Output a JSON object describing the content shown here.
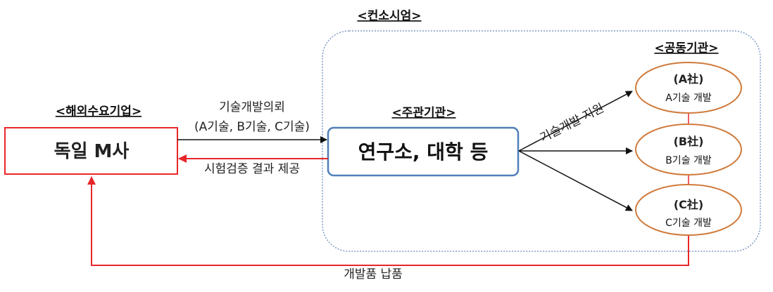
{
  "consortium_label": "<컨소시엄>",
  "demand": {
    "label": "<해외수요기업>",
    "name": "독일 M사"
  },
  "lead": {
    "label": "<주관기관>",
    "name": "연구소, 대학 등"
  },
  "joint": {
    "label": "<공동기관>",
    "companies": [
      {
        "name": "(A社)",
        "task": "A기술 개발"
      },
      {
        "name": "(B社)",
        "task": "B기술 개발"
      },
      {
        "name": "(C社)",
        "task": "C기술 개발"
      }
    ]
  },
  "flows": {
    "request": "기술개발의뢰",
    "request_detail": "(A기술, B기술, C기술)",
    "result": "시험검증 결과 제공",
    "support": "기술개발 지원",
    "delivery": "개발품 납품"
  },
  "colors": {
    "red": "#e8262a",
    "blue": "#4f7fb8",
    "orange": "#d07a3c"
  }
}
